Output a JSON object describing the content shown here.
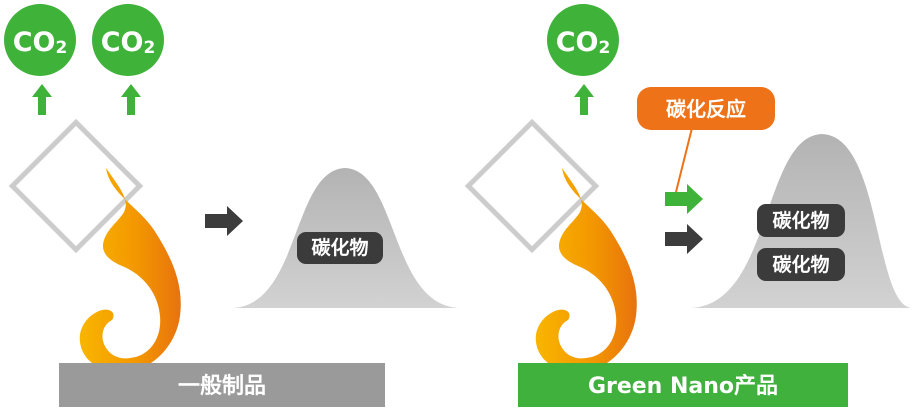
{
  "co2_label": "CO",
  "co2_sub": "2",
  "carbide_label": "碳化物",
  "reaction_label": "碳化反应",
  "left_caption": "一般制品",
  "right_caption": "Green Nano产品",
  "colors": {
    "co2_green": "#3fb23a",
    "arrow_green": "#3fb23a",
    "arrow_dark": "#3c3c3c",
    "reaction_orange": "#ee7218",
    "pile_gray": "#c3c3c3",
    "diamond_gray": "#cccccc",
    "label_dark": "#3b3b3b",
    "caption_gray": "#9a9a9a",
    "caption_green": "#40b13c"
  }
}
